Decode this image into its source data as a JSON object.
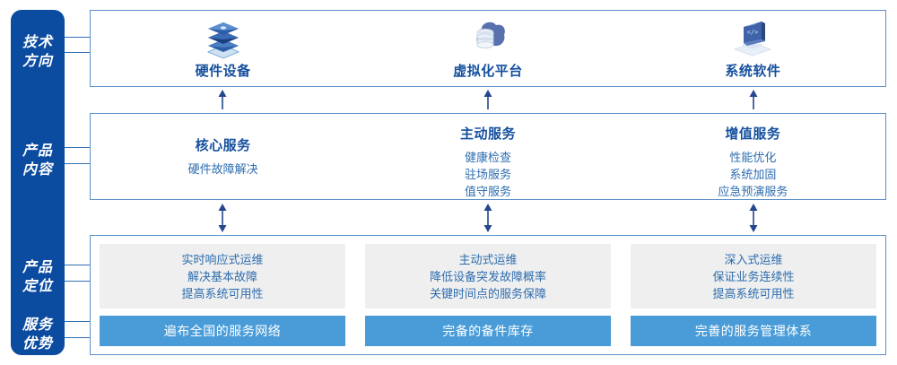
{
  "sidebar": {
    "items": [
      {
        "name": "technology-direction",
        "line1": "技术",
        "line2": "方向"
      },
      {
        "name": "product-content",
        "line1": "产品",
        "line2": "内容"
      },
      {
        "name": "product-positioning",
        "line1": "产品",
        "line2": "定位"
      },
      {
        "name": "service-advantage",
        "line1": "服务",
        "line2": "优势"
      }
    ],
    "color": "#0B4BA0"
  },
  "tech_direction": {
    "columns": [
      {
        "icon": "server-stack-icon",
        "label": "硬件设备"
      },
      {
        "icon": "cloud-database-icon",
        "label": "虚拟化平台"
      },
      {
        "icon": "laptop-code-icon",
        "label": "系统软件"
      }
    ]
  },
  "product_content": {
    "columns": [
      {
        "title": "核心服务",
        "lines": [
          "硬件故障解决"
        ]
      },
      {
        "title": "主动服务",
        "lines": [
          "健康检查",
          "驻场服务",
          "值守服务"
        ]
      },
      {
        "title": "增值服务",
        "lines": [
          "性能优化",
          "系统加固",
          "应急预演服务"
        ]
      }
    ]
  },
  "product_positioning": {
    "cards": [
      {
        "lines": [
          "实时响应式运维",
          "解决基本故障",
          "提高系统可用性"
        ]
      },
      {
        "lines": [
          "主动式运维",
          "降低设备突发故障概率",
          "关键时间点的服务保障"
        ]
      },
      {
        "lines": [
          "深入式运维",
          "保证业务连续性",
          "提高系统可用性"
        ]
      }
    ],
    "background": "#EFEFEF"
  },
  "service_advantage": {
    "bars": [
      {
        "label": "遍布全国的服务网络"
      },
      {
        "label": "完备的备件库存"
      },
      {
        "label": "完善的服务管理体系"
      }
    ],
    "color": "#4A9CD8"
  },
  "connectors": {
    "tier1_to_tier2": {
      "icon": "arrow-up-icon",
      "count": 3
    },
    "tier2_to_tier3": {
      "icon": "arrow-up-down-icon",
      "count": 3
    }
  },
  "palette": {
    "sidebar_blue": "#0B4BA0",
    "panel_border": "#5B8FC9",
    "heading_blue": "#15509E",
    "body_blue": "#2E6DAF",
    "bar_blue": "#4A9CD8",
    "card_grey": "#EFEFEF"
  }
}
